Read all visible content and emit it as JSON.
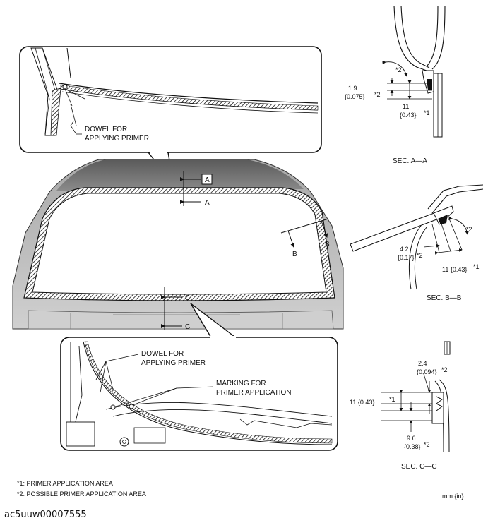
{
  "callouts": {
    "top_dowel_line1": "DOWEL FOR",
    "top_dowel_line2": "APPLYING PRIMER",
    "bottom_dowel_line1": "DOWEL FOR",
    "bottom_dowel_line2": "APPLYING PRIMER",
    "marking_line1": "MARKING FOR",
    "marking_line2": "PRIMER APPLICATION"
  },
  "section_marks": {
    "a_boxed": "A",
    "a": "A",
    "b1": "B",
    "b2": "B",
    "c1": "C",
    "c2": "C"
  },
  "sec_a": {
    "title": "SEC. A—A",
    "angle_label": "*2",
    "dim1_value": "1.9",
    "dim1_sub": "{0.075}",
    "dim1_note": "*2",
    "dim2_value": "11",
    "dim2_sub": "{0.43}",
    "dim2_note": "*1"
  },
  "sec_b": {
    "title": "SEC. B—B",
    "angle_label": "*2",
    "dim1_value": "4.2",
    "dim1_sub": "{0.17}",
    "dim1_note": "*2",
    "dim2_value": "11 {0.43}",
    "dim2_note": "*1"
  },
  "sec_c": {
    "title": "SEC. C—C",
    "dim1_value": "2.4",
    "dim1_sub": "{0.094}",
    "dim1_note": "*2",
    "dim2_value": "11 {0.43}",
    "dim2_note": "*1",
    "dim3_value": "9.6",
    "dim3_sub": "{0.38}",
    "dim3_note": "*2"
  },
  "legend": {
    "note1": "*1:  PRIMER APPLICATION AREA",
    "note2": "*2:  POSSIBLE PRIMER APPLICATION AREA",
    "units": "mm {in}"
  },
  "caption": "ac5uuw00007555"
}
